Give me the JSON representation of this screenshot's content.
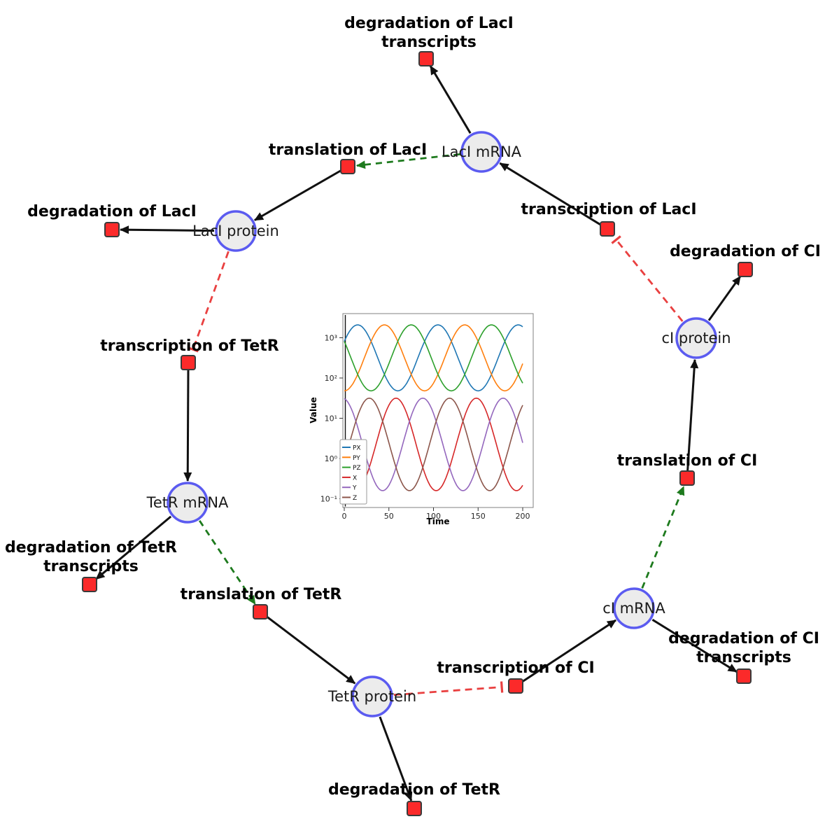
{
  "diagram": {
    "species": {
      "laci_mrna": {
        "label": "LacI mRNA"
      },
      "laci_protein": {
        "label": "LacI protein"
      },
      "ci_protein": {
        "label": "cI protein"
      },
      "tetr_mrna": {
        "label": "TetR mRNA"
      },
      "ci_mrna": {
        "label": "cI mRNA"
      },
      "tetr_protein": {
        "label": "TetR protein"
      }
    },
    "reactions": {
      "deg_laci_tx": {
        "label_line1": "degradation of LacI",
        "label_line2": "transcripts"
      },
      "transl_laci": {
        "label": "translation of LacI"
      },
      "transcr_laci": {
        "label": "transcription of LacI"
      },
      "deg_laci": {
        "label": "degradation of LacI"
      },
      "deg_ci": {
        "label": "degradation of CI"
      },
      "transcr_tetr": {
        "label": "transcription of TetR"
      },
      "transl_ci": {
        "label": "translation of CI"
      },
      "deg_tetr_tx": {
        "label_line1": "degradation of TetR",
        "label_line2": "transcripts"
      },
      "transl_tetr": {
        "label": "translation of TetR"
      },
      "transcr_ci": {
        "label": "transcription of CI"
      },
      "deg_ci_tx": {
        "label_line1": "degradation of CI",
        "label_line2": "transcripts"
      },
      "deg_tetr": {
        "label": "degradation of TetR"
      }
    },
    "colors": {
      "species_fill": "#ececec",
      "species_stroke": "#5b5bf0",
      "reaction_fill": "#fb2a2a",
      "reaction_stroke": "#3a3a3a",
      "edge_black": "#111111",
      "edge_modifier_green": "#1d7a1d",
      "edge_inhibition_red": "#e94040"
    }
  },
  "chart_data": {
    "type": "line",
    "title": "",
    "xlabel": "Time",
    "ylabel": "Value",
    "y_scale": "log",
    "x_range": [
      0,
      200
    ],
    "x_ticks": [
      "0",
      "50",
      "100",
      "150",
      "200"
    ],
    "y_tick_labels": [
      "10⁻¹",
      "10⁰",
      "10¹",
      "10²",
      "10³"
    ],
    "y_range_log10": [
      -1.2,
      3.6
    ],
    "legend_position": "lower left",
    "oscillation_period": 90,
    "series": [
      {
        "name": "PX",
        "color": "#1f77b4",
        "log10_center": 2.5,
        "log10_amplitude": 0.82,
        "peak_time": 105
      },
      {
        "name": "PY",
        "color": "#ff7f0e",
        "log10_center": 2.5,
        "log10_amplitude": 0.82,
        "peak_time": 45
      },
      {
        "name": "PZ",
        "color": "#2ca02c",
        "log10_center": 2.5,
        "log10_amplitude": 0.82,
        "peak_time": 75
      },
      {
        "name": "X",
        "color": "#d62728",
        "log10_center": 0.35,
        "log10_amplitude": 1.15,
        "peak_time": 58
      },
      {
        "name": "Y",
        "color": "#9467bd",
        "log10_center": 0.35,
        "log10_amplitude": 1.15,
        "peak_time": 88
      },
      {
        "name": "Z",
        "color": "#8c564b",
        "log10_center": 0.35,
        "log10_amplitude": 1.15,
        "peak_time": 28
      }
    ]
  }
}
